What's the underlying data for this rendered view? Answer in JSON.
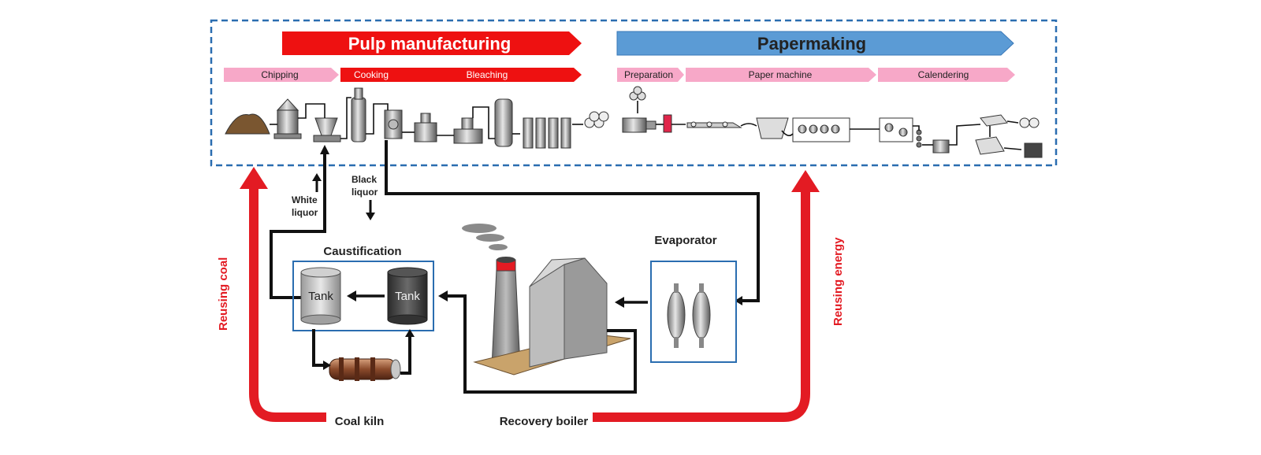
{
  "banners": {
    "pulp": "Pulp manufacturing",
    "paper": "Papermaking"
  },
  "stages": {
    "chipping": "Chipping",
    "cooking": "Cooking",
    "bleaching": "Bleaching",
    "preparation": "Preparation",
    "paper_machine": "Paper  machine",
    "calendering": "Calendering"
  },
  "labels": {
    "black_liquor_1": "Black",
    "black_liquor_2": "liquor",
    "white_liquor_1": "White",
    "white_liquor_2": "liquor",
    "caustification": "Caustification",
    "evaporator": "Evaporator",
    "coal_kiln": "Coal kiln",
    "recovery_boiler": "Recovery boiler",
    "reusing_coal": "Reusing coal",
    "reusing_energy": "Reusing energy",
    "tank": "Tank"
  },
  "colors": {
    "pulp_banner": "#ee1111",
    "paper_banner": "#5b9bd5",
    "stage_pink": "#f7a8c8",
    "stage_red": "#ee1111",
    "reuse_arrow": "#e31b23",
    "border_blue": "#2a6db0",
    "flow_black": "#111111"
  }
}
